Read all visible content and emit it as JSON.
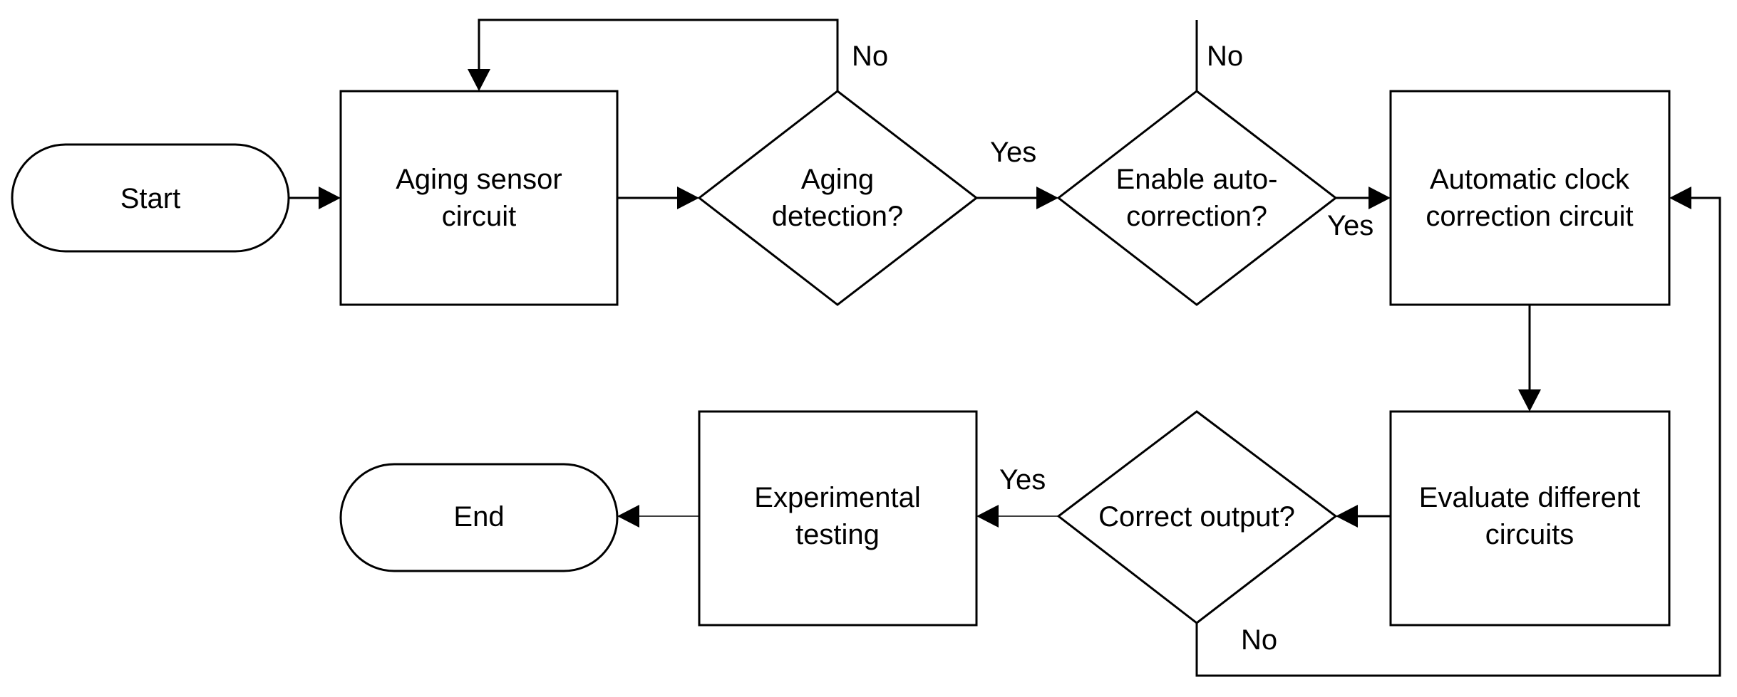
{
  "flowchart": {
    "start": "Start",
    "aging_sensor": [
      "Aging sensor",
      "circuit"
    ],
    "aging_detection": [
      "Aging",
      "detection?"
    ],
    "enable_autocorrection": [
      "Enable auto-",
      "correction?"
    ],
    "automatic_clock": [
      "Automatic clock",
      "correction circuit"
    ],
    "evaluate_circuits": [
      "Evaluate different",
      "circuits"
    ],
    "correct_output": "Correct output?",
    "experimental_testing": [
      "Experimental",
      "testing"
    ],
    "end": "End",
    "labels": {
      "aging_no": "No",
      "autocorrection_no": "No",
      "aging_yes": "Yes",
      "autocorrection_yes": "Yes",
      "output_yes": "Yes",
      "output_no": "No"
    }
  }
}
